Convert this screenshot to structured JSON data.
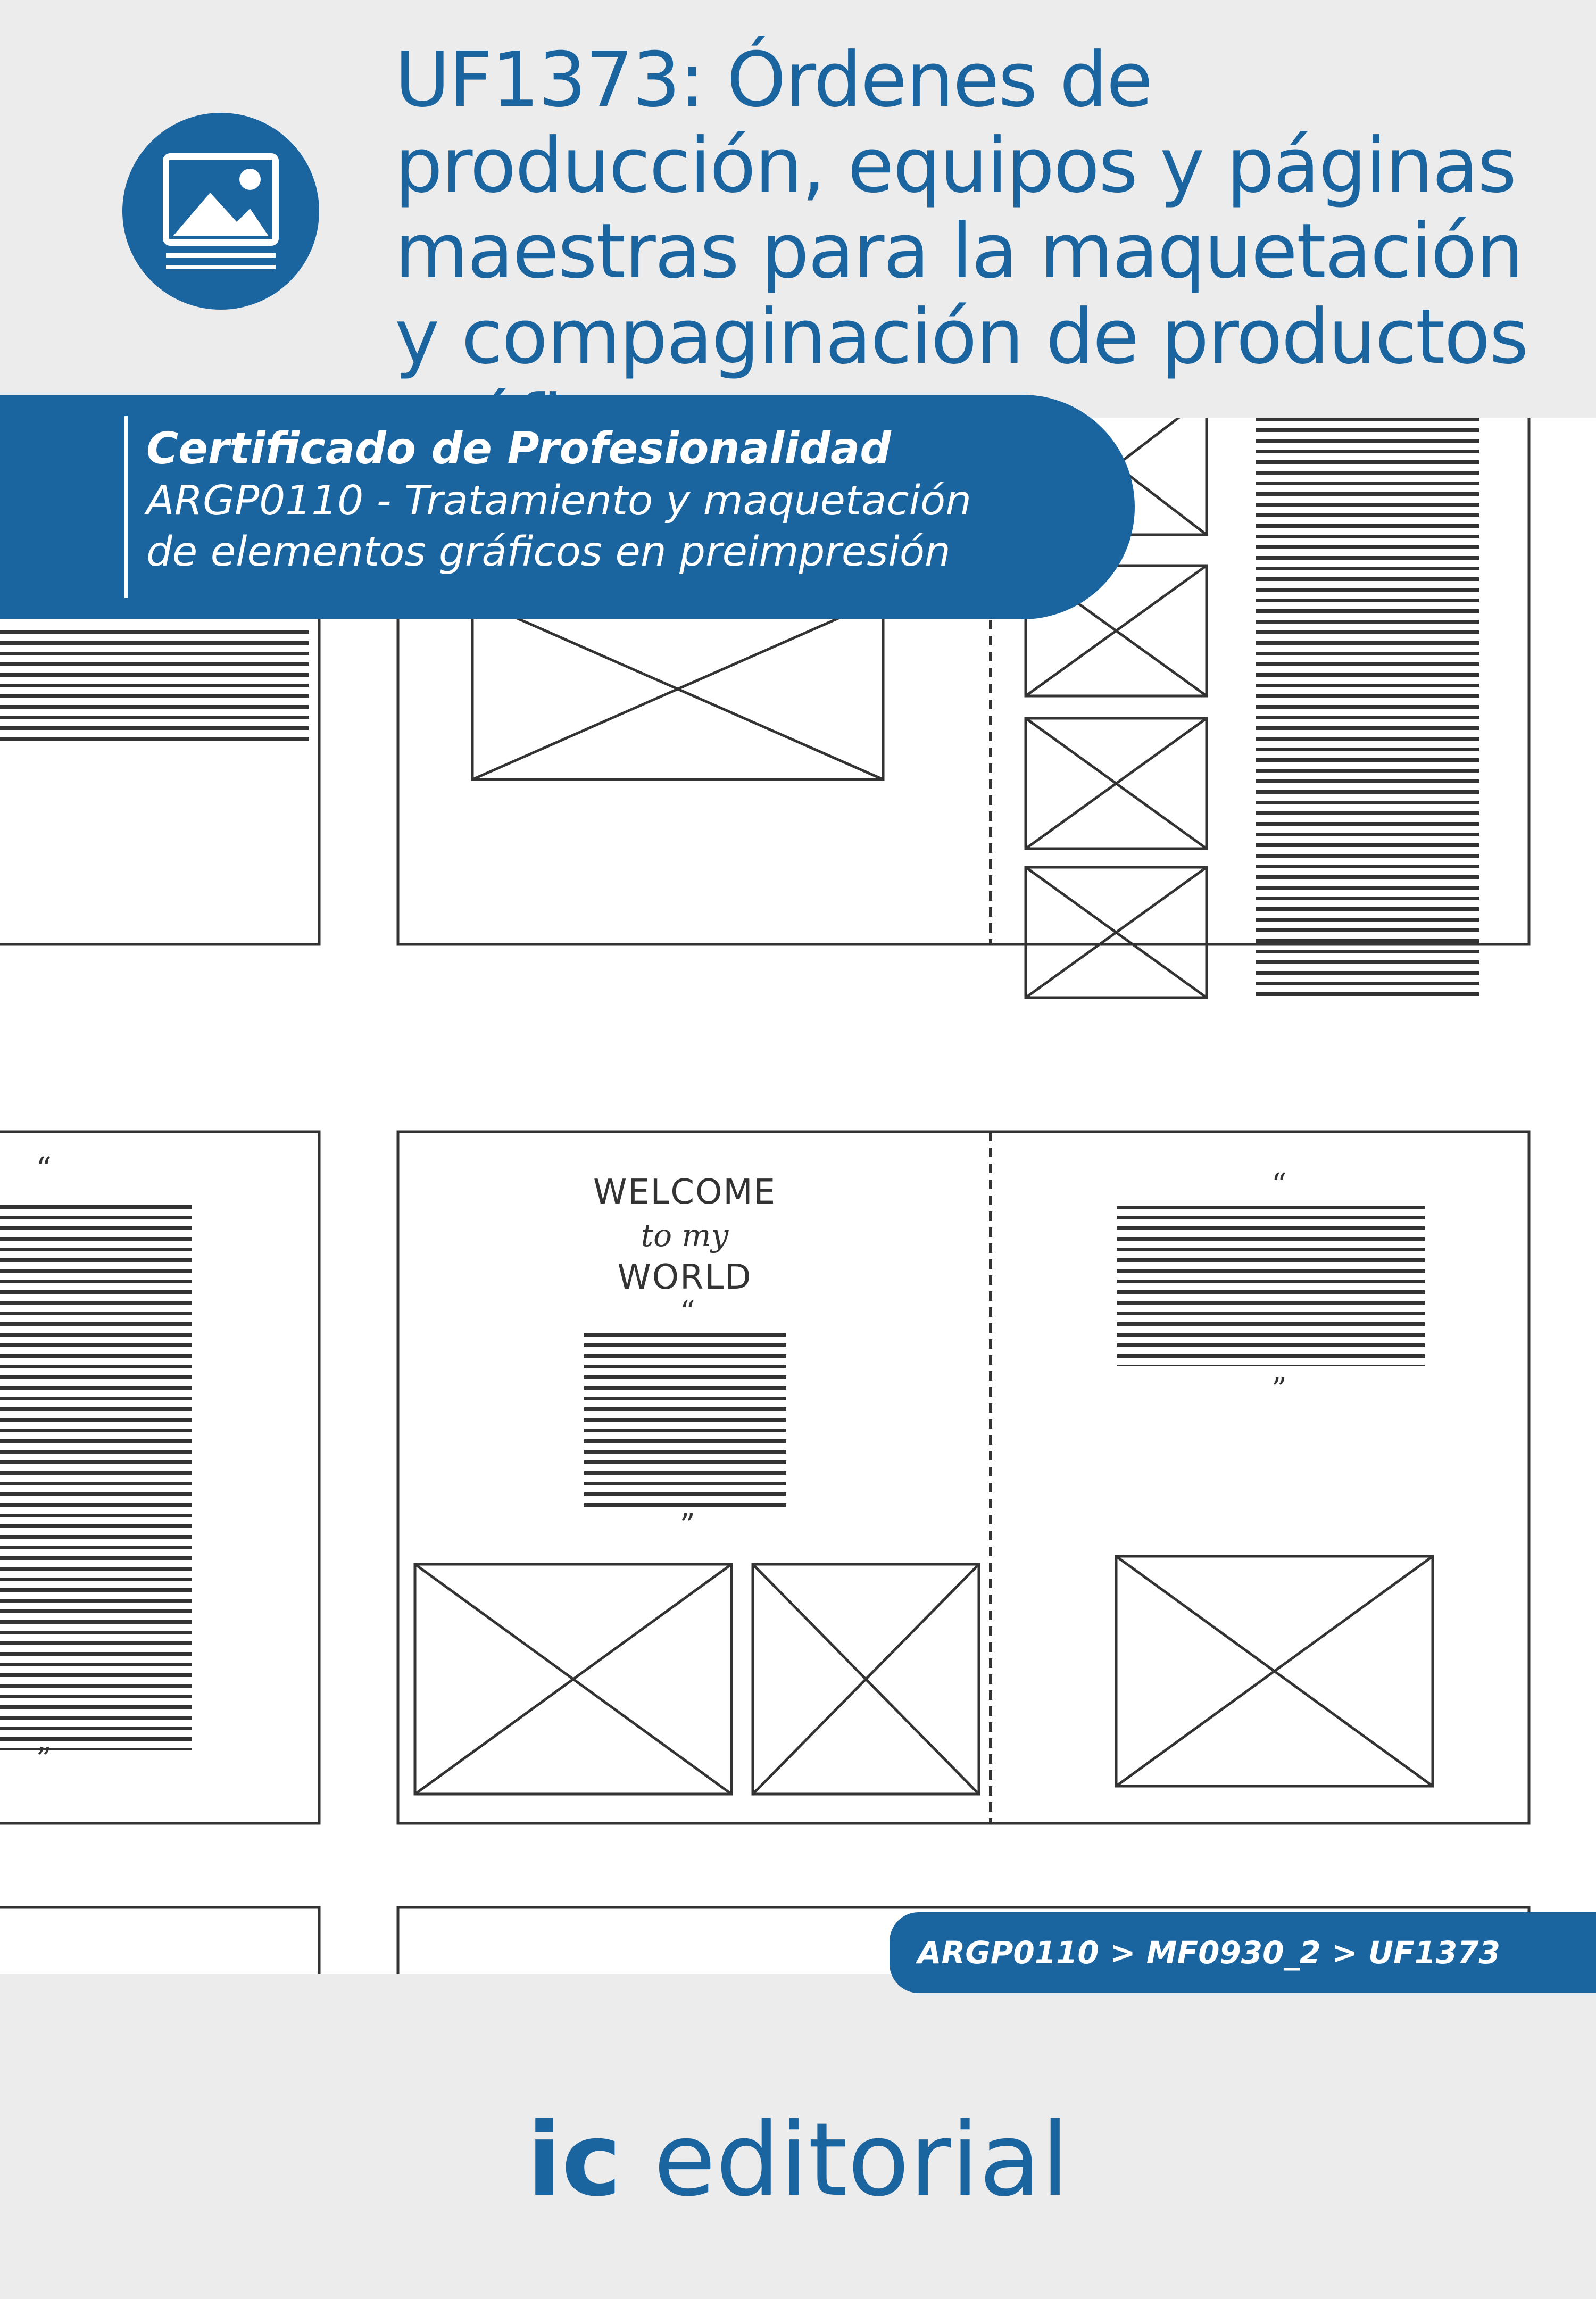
{
  "cover": {
    "title": "UF1373: Órdenes de producción, equipos y páginas maestras para la maquetación y compaginación de productos gráficos",
    "certificate_label": "Certificado de Profesionalidad",
    "certificate_code": "ARGP0110 -  Tratamiento y maquetación",
    "certificate_name": "de elementos gráficos en preimpresión",
    "breadcrumb": "ARGP0110 > MF0930_2 > UF1373",
    "publisher_ic": "ic",
    "publisher_word": "editorial",
    "illustration_text": {
      "welcome": "WELCOME",
      "to_my": "to my",
      "world": "WORLD"
    },
    "icon": "image-placeholder-icon"
  },
  "colors": {
    "brand_blue": "#1a64a0",
    "background": "#ececec",
    "line": "#333333"
  }
}
